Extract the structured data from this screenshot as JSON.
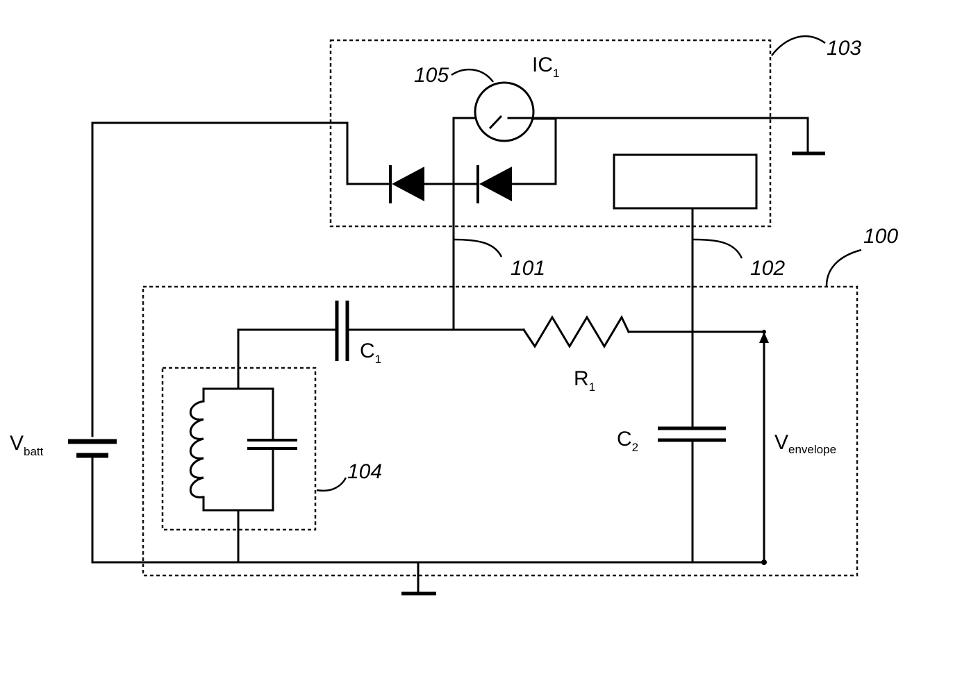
{
  "labels": {
    "ic1": {
      "main": "IC",
      "sub": "1"
    },
    "c1": {
      "main": "C",
      "sub": "1"
    },
    "c2": {
      "main": "C",
      "sub": "2"
    },
    "r1": {
      "main": "R",
      "sub": "1"
    },
    "vbatt": {
      "main": "V",
      "sub": "batt"
    },
    "venvelope": {
      "main": "V",
      "sub": "envelope"
    }
  },
  "refs": {
    "r100": "100",
    "r101": "101",
    "r102": "102",
    "r103": "103",
    "r104": "104",
    "r105": "105"
  }
}
